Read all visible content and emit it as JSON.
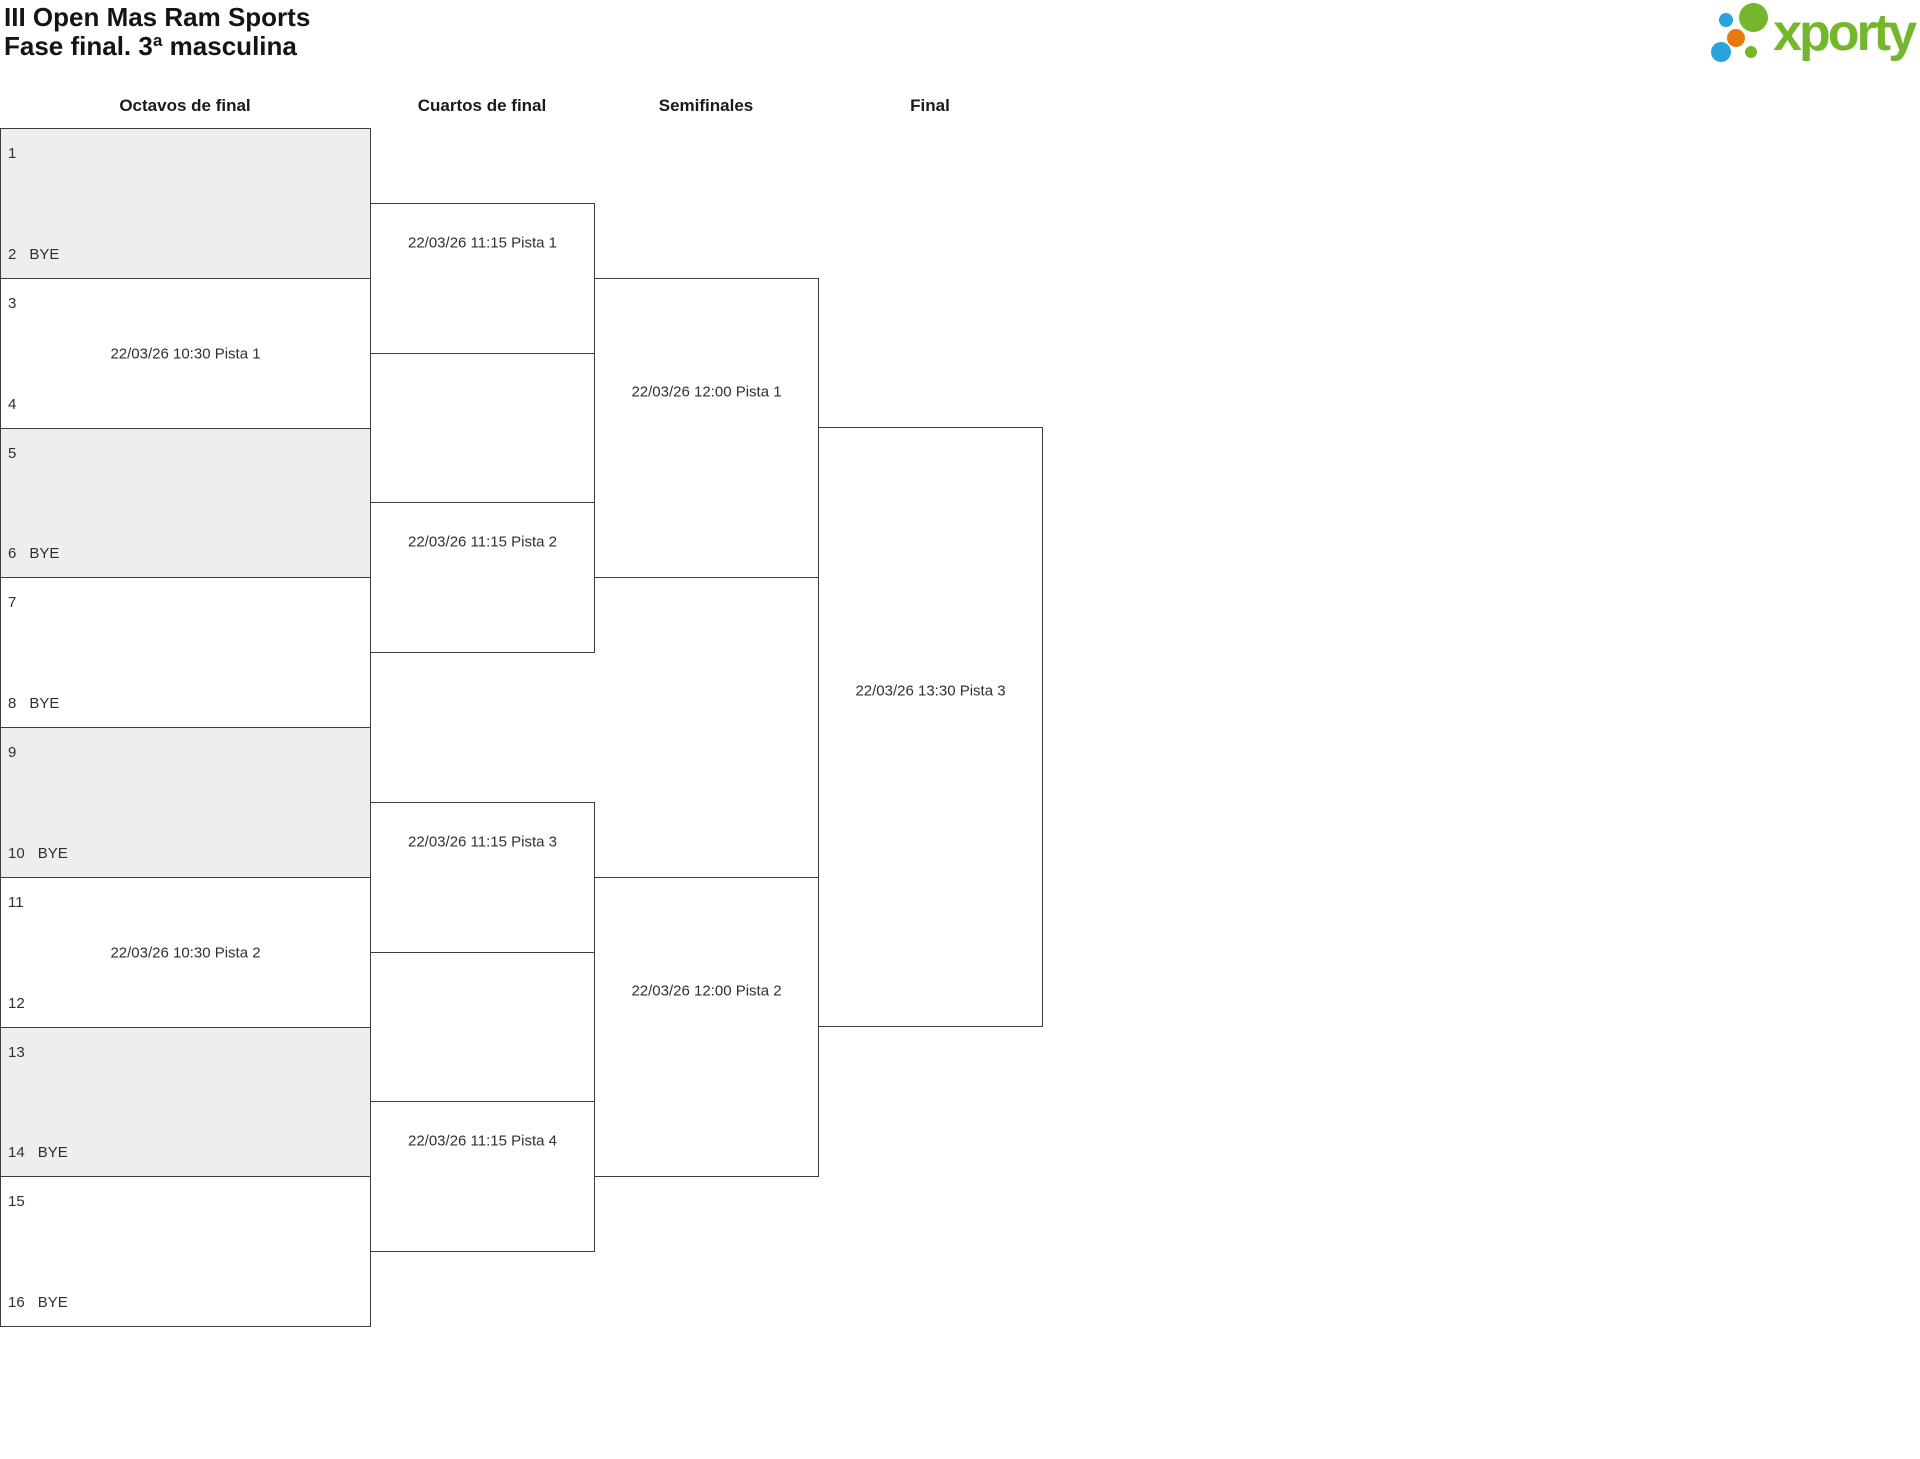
{
  "header": {
    "title_line1": "III Open Mas Ram Sports",
    "title_line2": "Fase final. 3ª masculina"
  },
  "logo": {
    "text": "xporty",
    "green": "#74b72c",
    "blue": "#29a3dc",
    "orange": "#e8780f"
  },
  "rounds": [
    {
      "label": "Octavos de final"
    },
    {
      "label": "Cuartos de final"
    },
    {
      "label": "Semifinales"
    },
    {
      "label": "Final"
    }
  ],
  "bracket": {
    "round_of_16": [
      {
        "top_num": "1",
        "top_name": "",
        "bottom_num": "2",
        "bottom_name": "BYE",
        "schedule": ""
      },
      {
        "top_num": "3",
        "top_name": "",
        "bottom_num": "4",
        "bottom_name": "",
        "schedule": "22/03/26 10:30 Pista 1"
      },
      {
        "top_num": "5",
        "top_name": "",
        "bottom_num": "6",
        "bottom_name": "BYE",
        "schedule": ""
      },
      {
        "top_num": "7",
        "top_name": "",
        "bottom_num": "8",
        "bottom_name": "BYE",
        "schedule": ""
      },
      {
        "top_num": "9",
        "top_name": "",
        "bottom_num": "10",
        "bottom_name": "BYE",
        "schedule": ""
      },
      {
        "top_num": "11",
        "top_name": "",
        "bottom_num": "12",
        "bottom_name": "",
        "schedule": "22/03/26 10:30 Pista 2"
      },
      {
        "top_num": "13",
        "top_name": "",
        "bottom_num": "14",
        "bottom_name": "BYE",
        "schedule": ""
      },
      {
        "top_num": "15",
        "top_name": "",
        "bottom_num": "16",
        "bottom_name": "BYE",
        "schedule": ""
      }
    ],
    "quarterfinals": [
      {
        "schedule": "22/03/26 11:15 Pista 1"
      },
      {
        "schedule": "22/03/26 11:15 Pista 2"
      },
      {
        "schedule": "22/03/26 11:15 Pista 3"
      },
      {
        "schedule": "22/03/26 11:15 Pista 4"
      }
    ],
    "semifinals": [
      {
        "schedule": "22/03/26 12:00 Pista 1"
      },
      {
        "schedule": "22/03/26 12:00 Pista 2"
      }
    ],
    "final": {
      "schedule": "22/03/26 13:30 Pista 3"
    }
  },
  "colors": {
    "box_border": "#3d3d3d",
    "box_alt_fill": "#eeeeee",
    "text": "#303030"
  }
}
